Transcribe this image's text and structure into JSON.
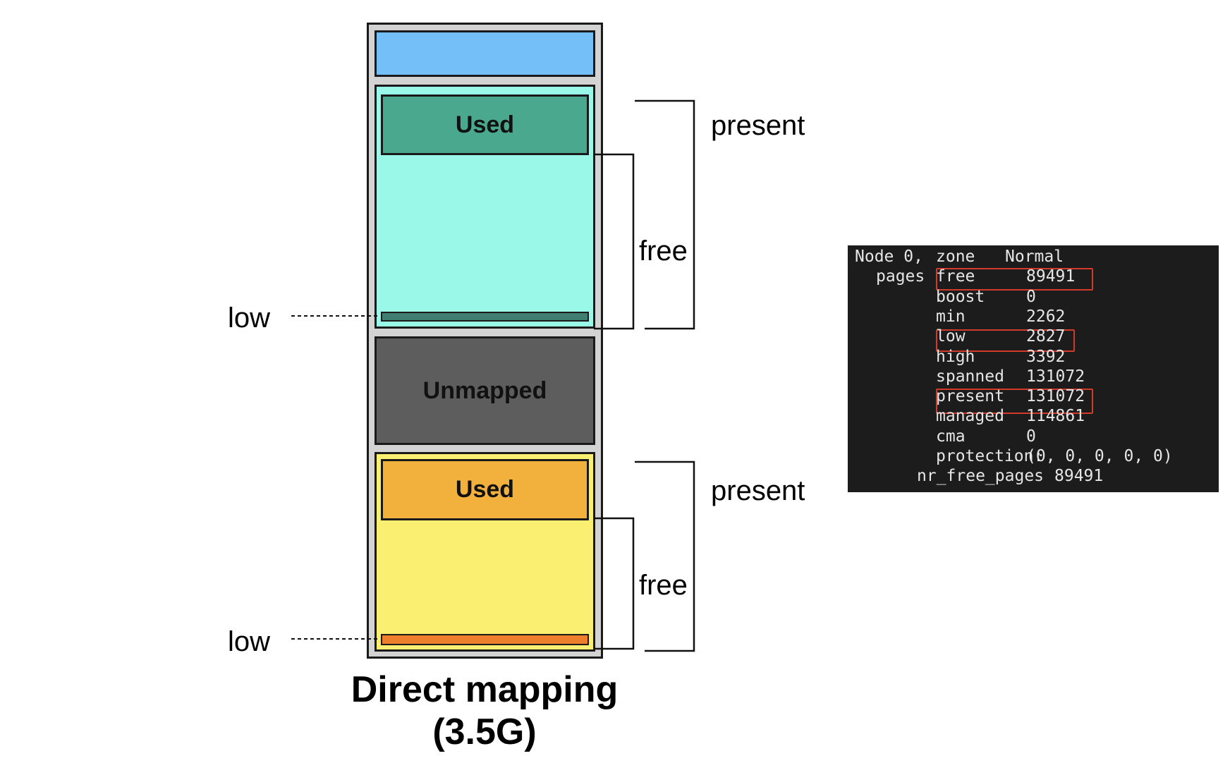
{
  "diagram": {
    "title_line1": "Direct mapping",
    "title_line2": "(3.5G)",
    "regions": {
      "top_used_label": "Used",
      "unmapped_label": "Unmapped",
      "bottom_used_label": "Used"
    },
    "annotations": {
      "present_top": "present",
      "free_top": "free",
      "low_top": "low",
      "present_bottom": "present",
      "free_bottom": "free",
      "low_bottom": "low"
    },
    "colors": {
      "top_block": "#74bff8",
      "zone1_bg": "#9af8e8",
      "zone1_used": "#4aa88e",
      "unmapped": "#5d5d5d",
      "zone2_bg": "#fbef72",
      "zone2_used": "#f1b13c",
      "zone2_low_bar": "#ed7f2c",
      "frame": "#d3d3d3"
    }
  },
  "terminal": {
    "lines": [
      {
        "c1": "Node 0,",
        "c2": "zone",
        "c3": "Normal"
      },
      {
        "c1": "pages",
        "c2": "free",
        "c3": "89491"
      },
      {
        "c1": "",
        "c2": "boost",
        "c3": "0"
      },
      {
        "c1": "",
        "c2": "min",
        "c3": "2262"
      },
      {
        "c1": "",
        "c2": "low",
        "c3": "2827"
      },
      {
        "c1": "",
        "c2": "high",
        "c3": "3392"
      },
      {
        "c1": "",
        "c2": "spanned",
        "c3": "131072"
      },
      {
        "c1": "",
        "c2": "present",
        "c3": "131072"
      },
      {
        "c1": "",
        "c2": "managed",
        "c3": "114861"
      },
      {
        "c1": "",
        "c2": "cma",
        "c3": "0"
      },
      {
        "c1": "",
        "c2": "protection:",
        "c3": "(0, 0, 0, 0, 0)"
      },
      {
        "c1": "",
        "c2": "nr_free_pages",
        "c3": "89491"
      }
    ],
    "highlight_color": "#d23a2a"
  }
}
